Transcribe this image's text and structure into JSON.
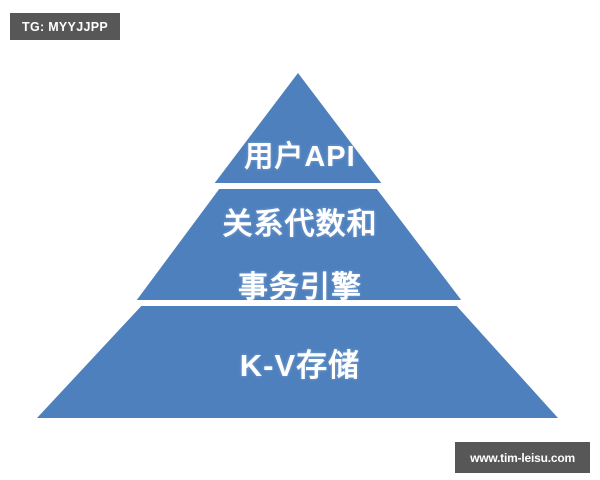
{
  "badge": {
    "text": "TG: MYYJJPP",
    "background_color": "#575757",
    "text_color": "#ffffff"
  },
  "watermark": {
    "text": "www.tim-leisu.com",
    "background_color": "#575757",
    "text_color": "#ffffff"
  },
  "diagram": {
    "type": "pyramid",
    "background_color": "#ffffff",
    "fill_color": "#4E80BE",
    "divider_color": "#ffffff",
    "label_color": "#ffffff",
    "tiers": [
      {
        "id": "tier-top",
        "label": "用户API",
        "lines": [
          "用户API"
        ]
      },
      {
        "id": "tier-middle",
        "label": "关系代数和 事务引擎",
        "lines": [
          "关系代数和",
          "事务引擎"
        ]
      },
      {
        "id": "tier-bottom",
        "label": "K-V存储",
        "lines": [
          "K-V存储"
        ]
      }
    ],
    "tier_line_1": "用户API",
    "tier_line_2": "关系代数和",
    "tier_line_3": "事务引擎",
    "tier_line_4": "K-V存储"
  }
}
